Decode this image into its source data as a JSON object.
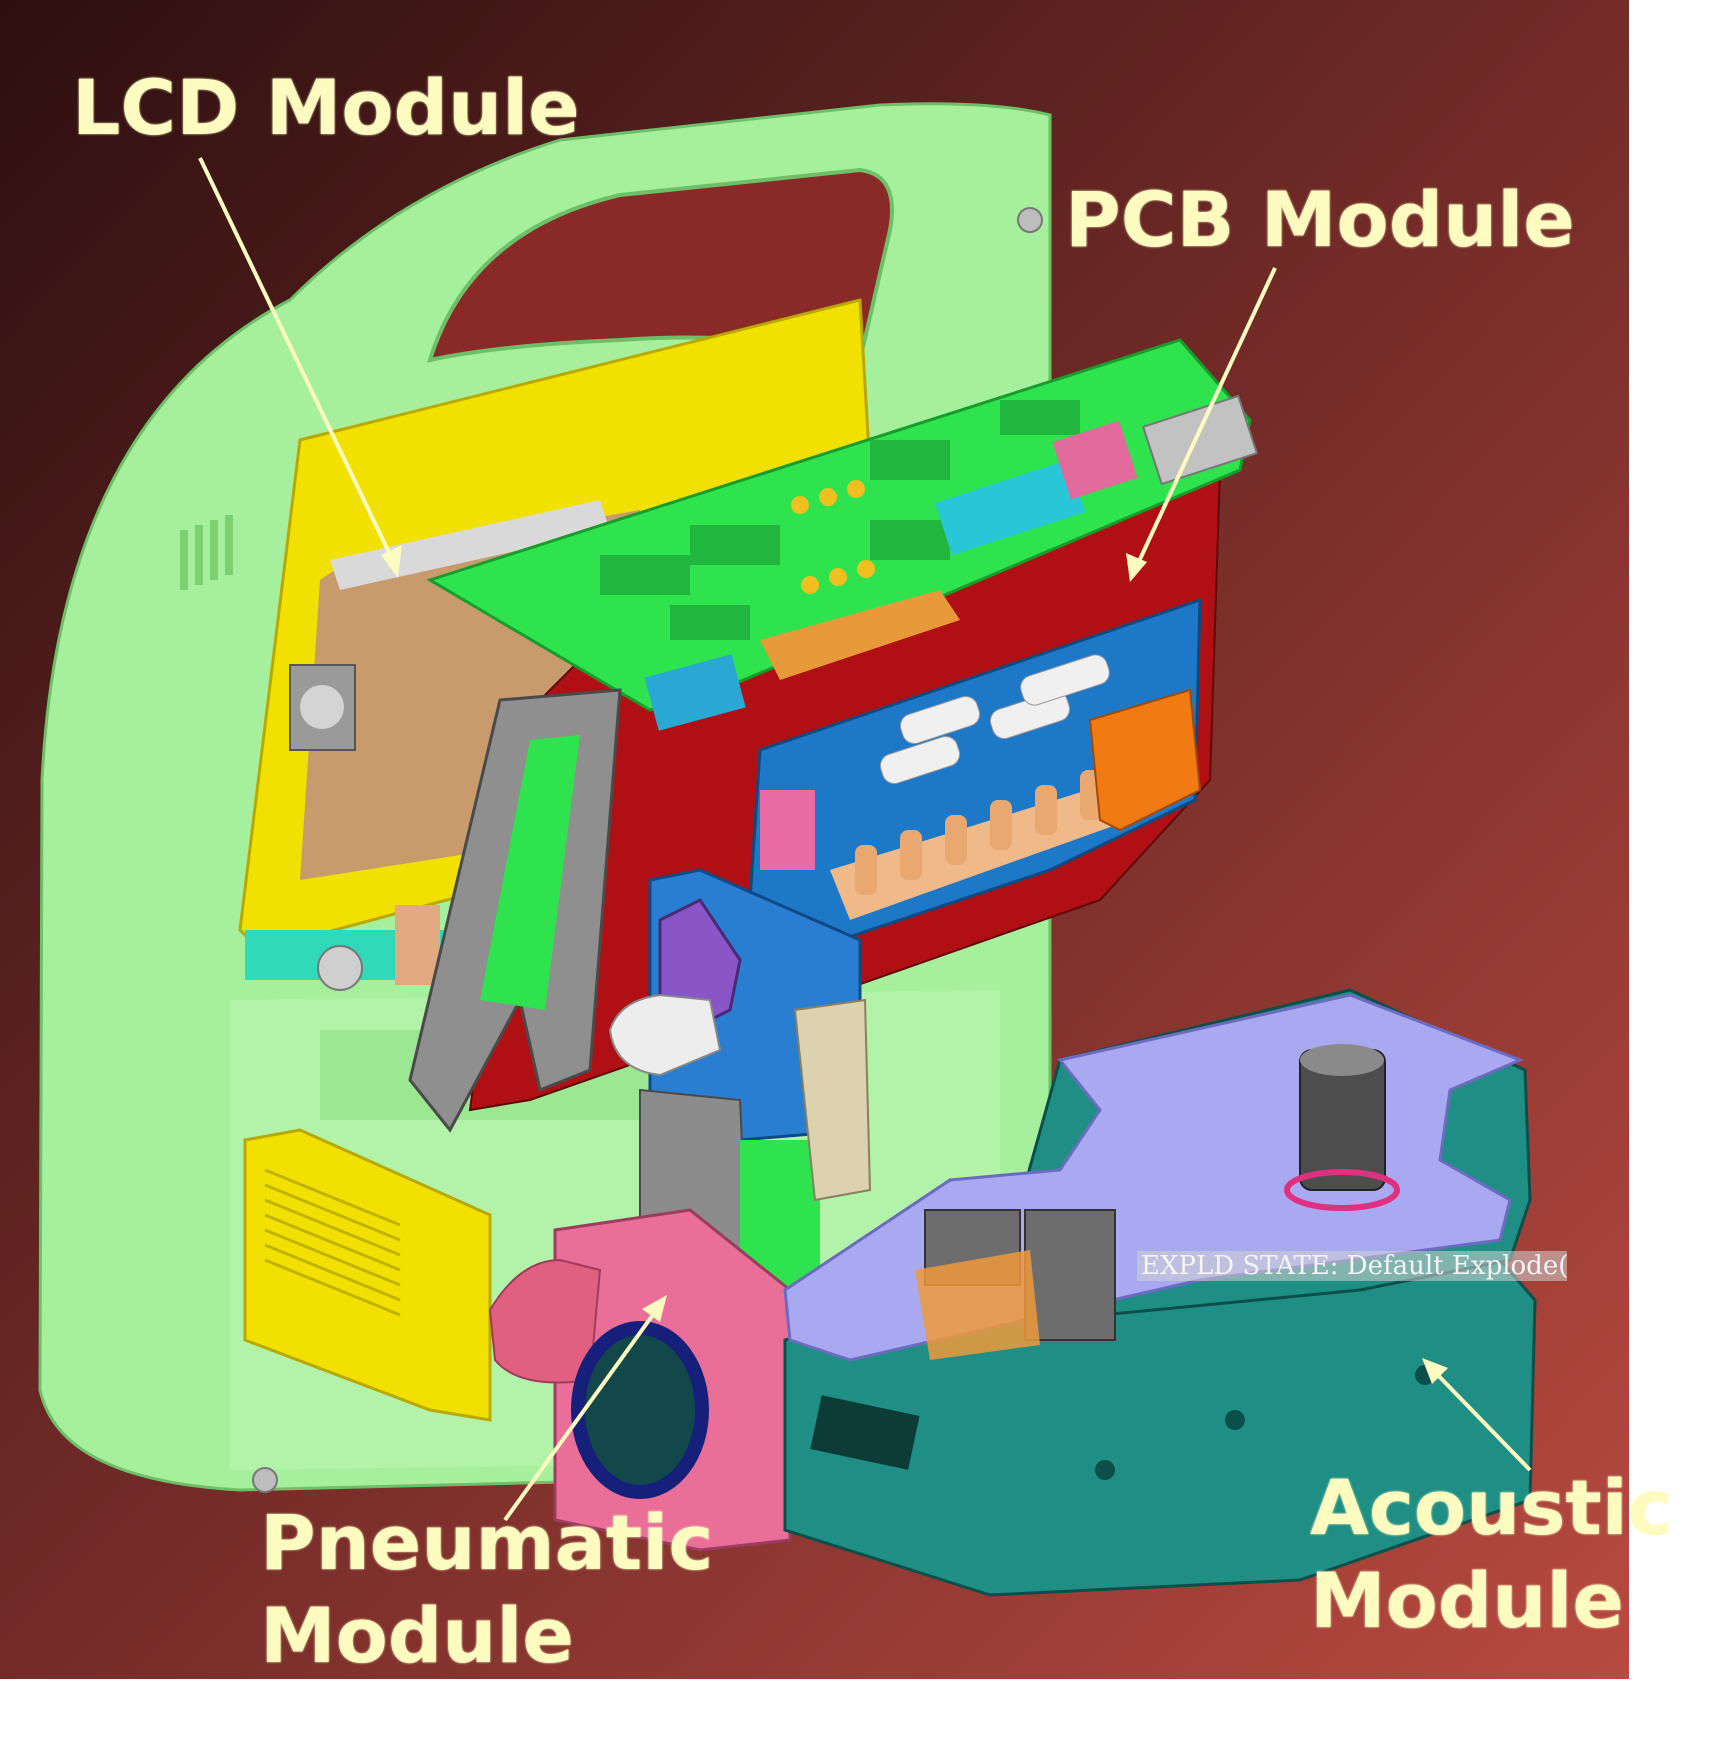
{
  "labels": {
    "lcd": "LCD Module",
    "pcb": "PCB Module",
    "pneumatic_line1": "Pneumatic",
    "pneumatic_line2": "Module",
    "acoustic_line1": "Acoustic",
    "acoustic_line2": "Module"
  },
  "status": {
    "explode_state": "EXPLD STATE: Default Explode(+)"
  },
  "colors": {
    "background_dark": "#3a1414",
    "background_light": "#b4473f",
    "housing": "#a6ef9c",
    "lcd_frame": "#f2e100",
    "pcb_green": "#2ee34d",
    "pcb_red": "#b01014",
    "pcb_blue": "#1e78c8",
    "acoustic_top": "#a9a9f2",
    "acoustic_side": "#1f8f86",
    "pneumatic_pink": "#e96e98",
    "label_text": "#fdfbc0"
  }
}
